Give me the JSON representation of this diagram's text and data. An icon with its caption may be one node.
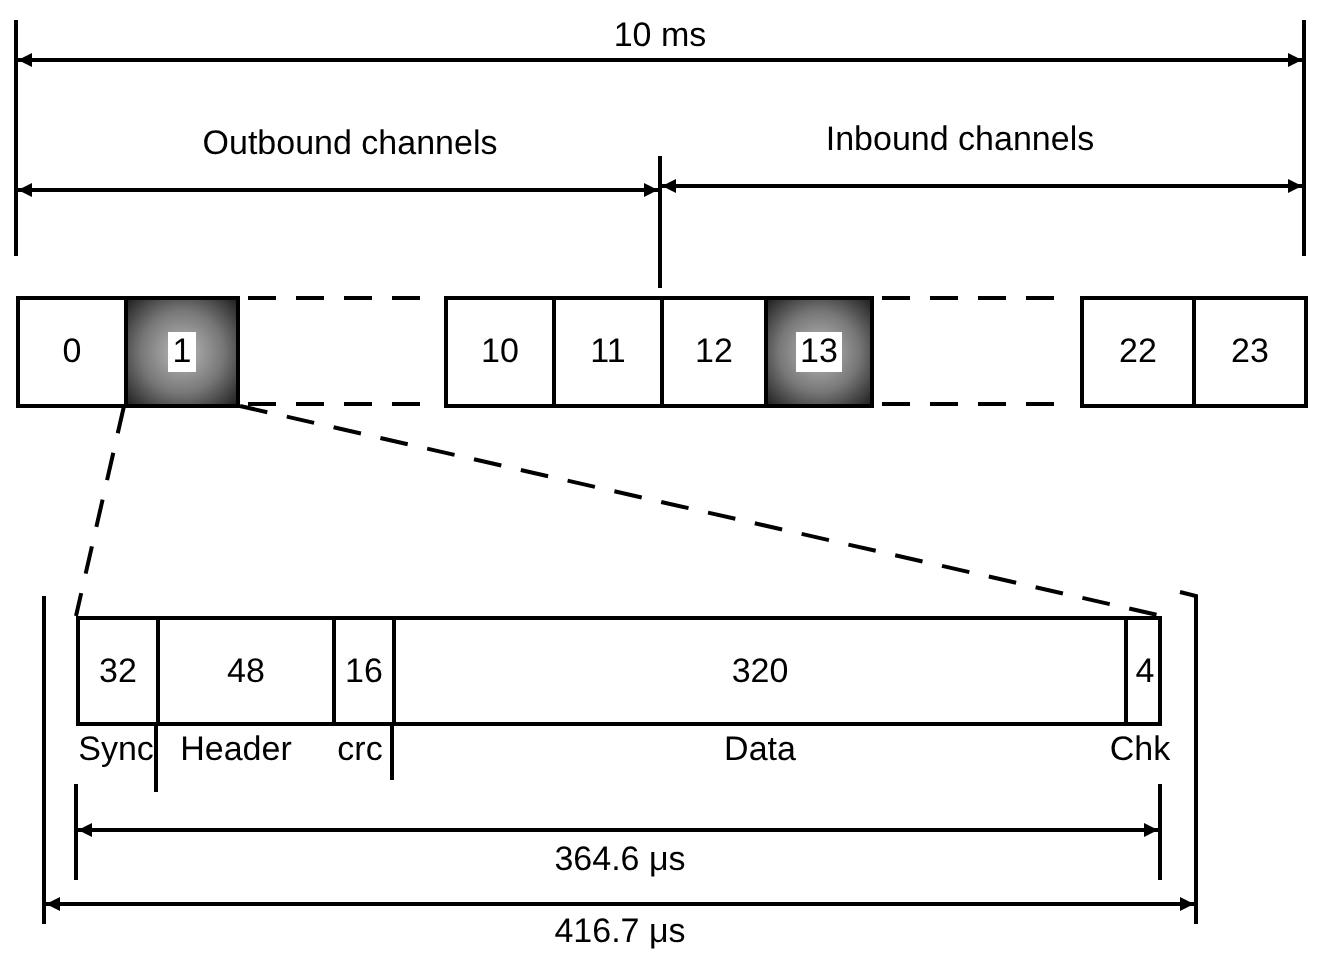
{
  "diagram": {
    "nodes": [
      {
        "text": [
          "0"
        ]
      },
      {
        "text": [
          "1"
        ]
      },
      {
        "text": [
          "10"
        ]
      },
      {
        "text": [
          "11"
        ]
      },
      {
        "text": [
          "12"
        ]
      },
      {
        "text": [
          "13"
        ]
      },
      {
        "text": [
          "22"
        ]
      },
      {
        "text": [
          "23"
        ]
      },
      {
        "text": [],
        "shape": "box"
      },
      {
        "text": [
          "32"
        ],
        "in": 8,
        "beside": [
          "Sync"
        ]
      },
      {
        "text": [
          "48"
        ],
        "in": 8,
        "beside": [
          "Header"
        ]
      },
      {
        "text": [
          "16"
        ],
        "in": 8,
        "beside": [
          "crc"
        ]
      },
      {
        "text": [
          "320"
        ],
        "in": 8,
        "beside": [
          "Data"
        ]
      },
      {
        "text": [
          "4"
        ],
        "in": 8
      }
    ],
    "edges": [
      {
        "from": 1,
        "to": 8,
        "arrow": "none",
        "style": "dashed"
      },
      {
        "from": 1,
        "to": 8,
        "arrow": "none",
        "style": "dashed"
      }
    ],
    "labels": [
      "10 ms",
      "Outbound channels",
      "Inbound channels",
      "Chk",
      "364.6 μs",
      "416.7 μs"
    ]
  }
}
